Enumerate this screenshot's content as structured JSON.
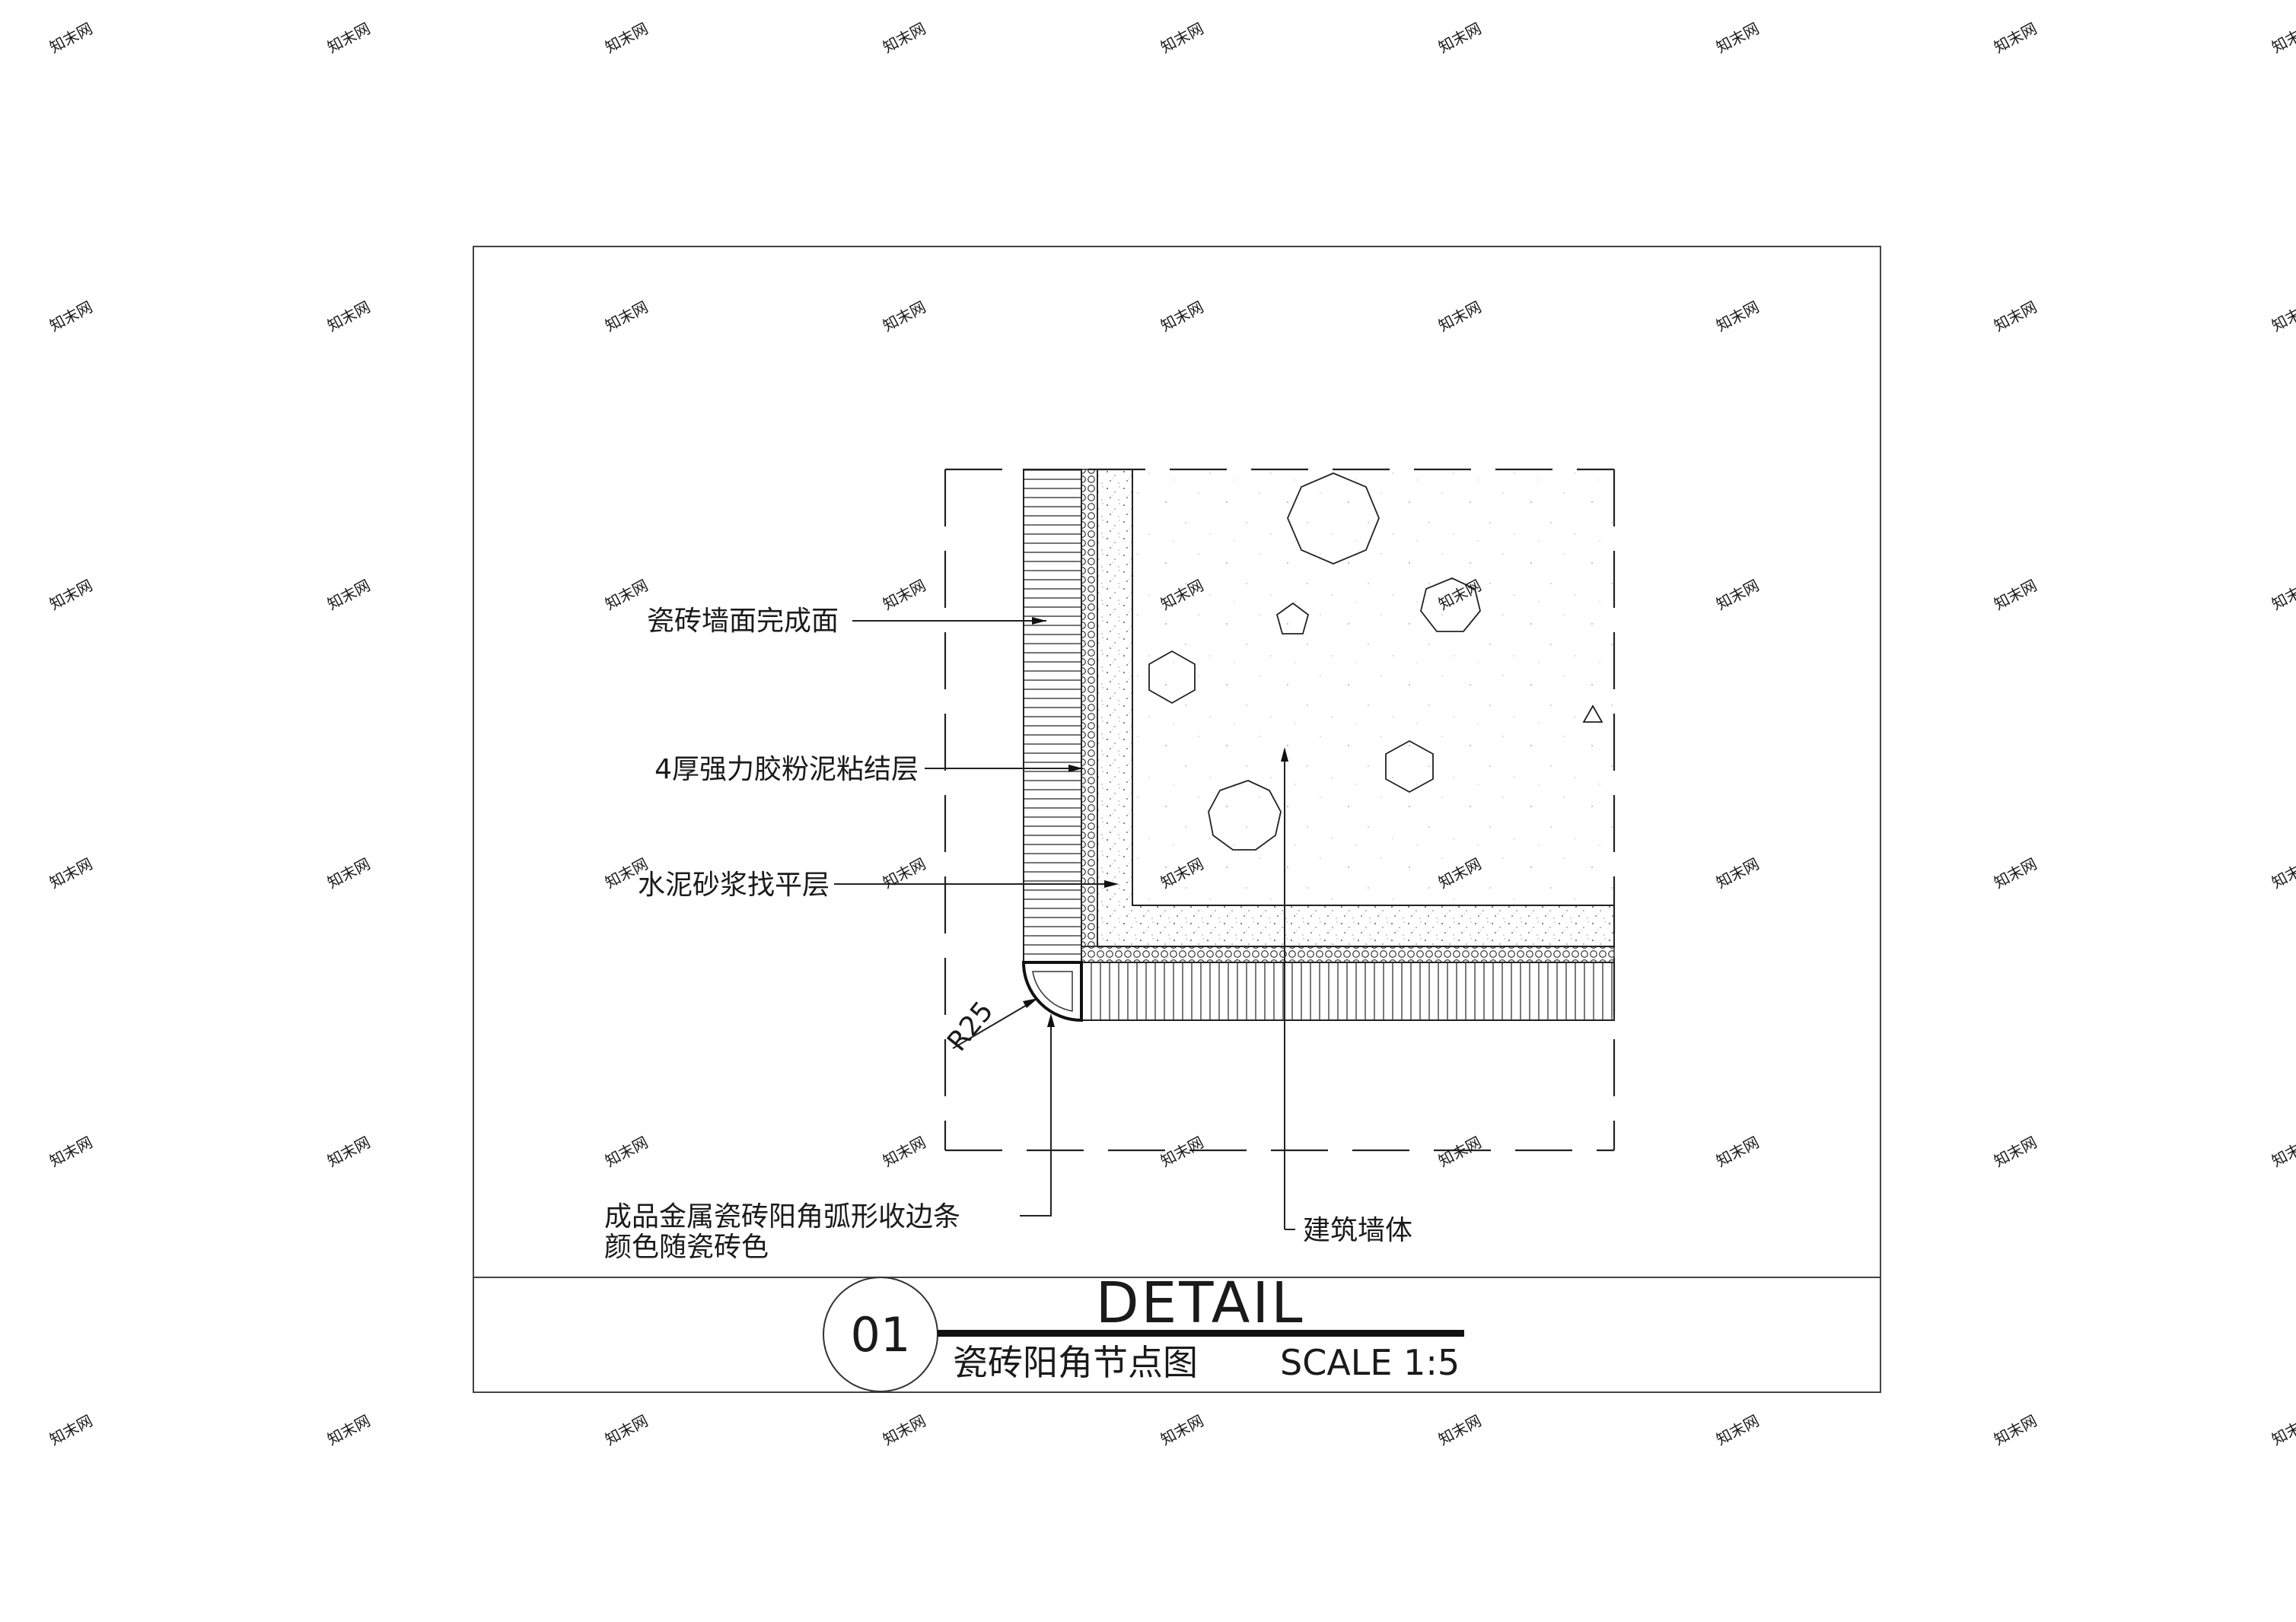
{
  "annotations": {
    "tile_face": "瓷砖墙面完成面",
    "adhesive": "4厚强力胶粉泥粘结层",
    "screed": "水泥砂浆找平层",
    "radius": "R25",
    "trim_line1": "成品金属瓷砖阳角弧形收边条",
    "trim_line2": "颜色随瓷砖色",
    "wall": "建筑墙体"
  },
  "title_block": {
    "number": "01",
    "title": "DETAIL",
    "subtitle": "瓷砖阳角节点图",
    "scale": "SCALE 1:5"
  },
  "watermark": {
    "text": "知末网"
  }
}
